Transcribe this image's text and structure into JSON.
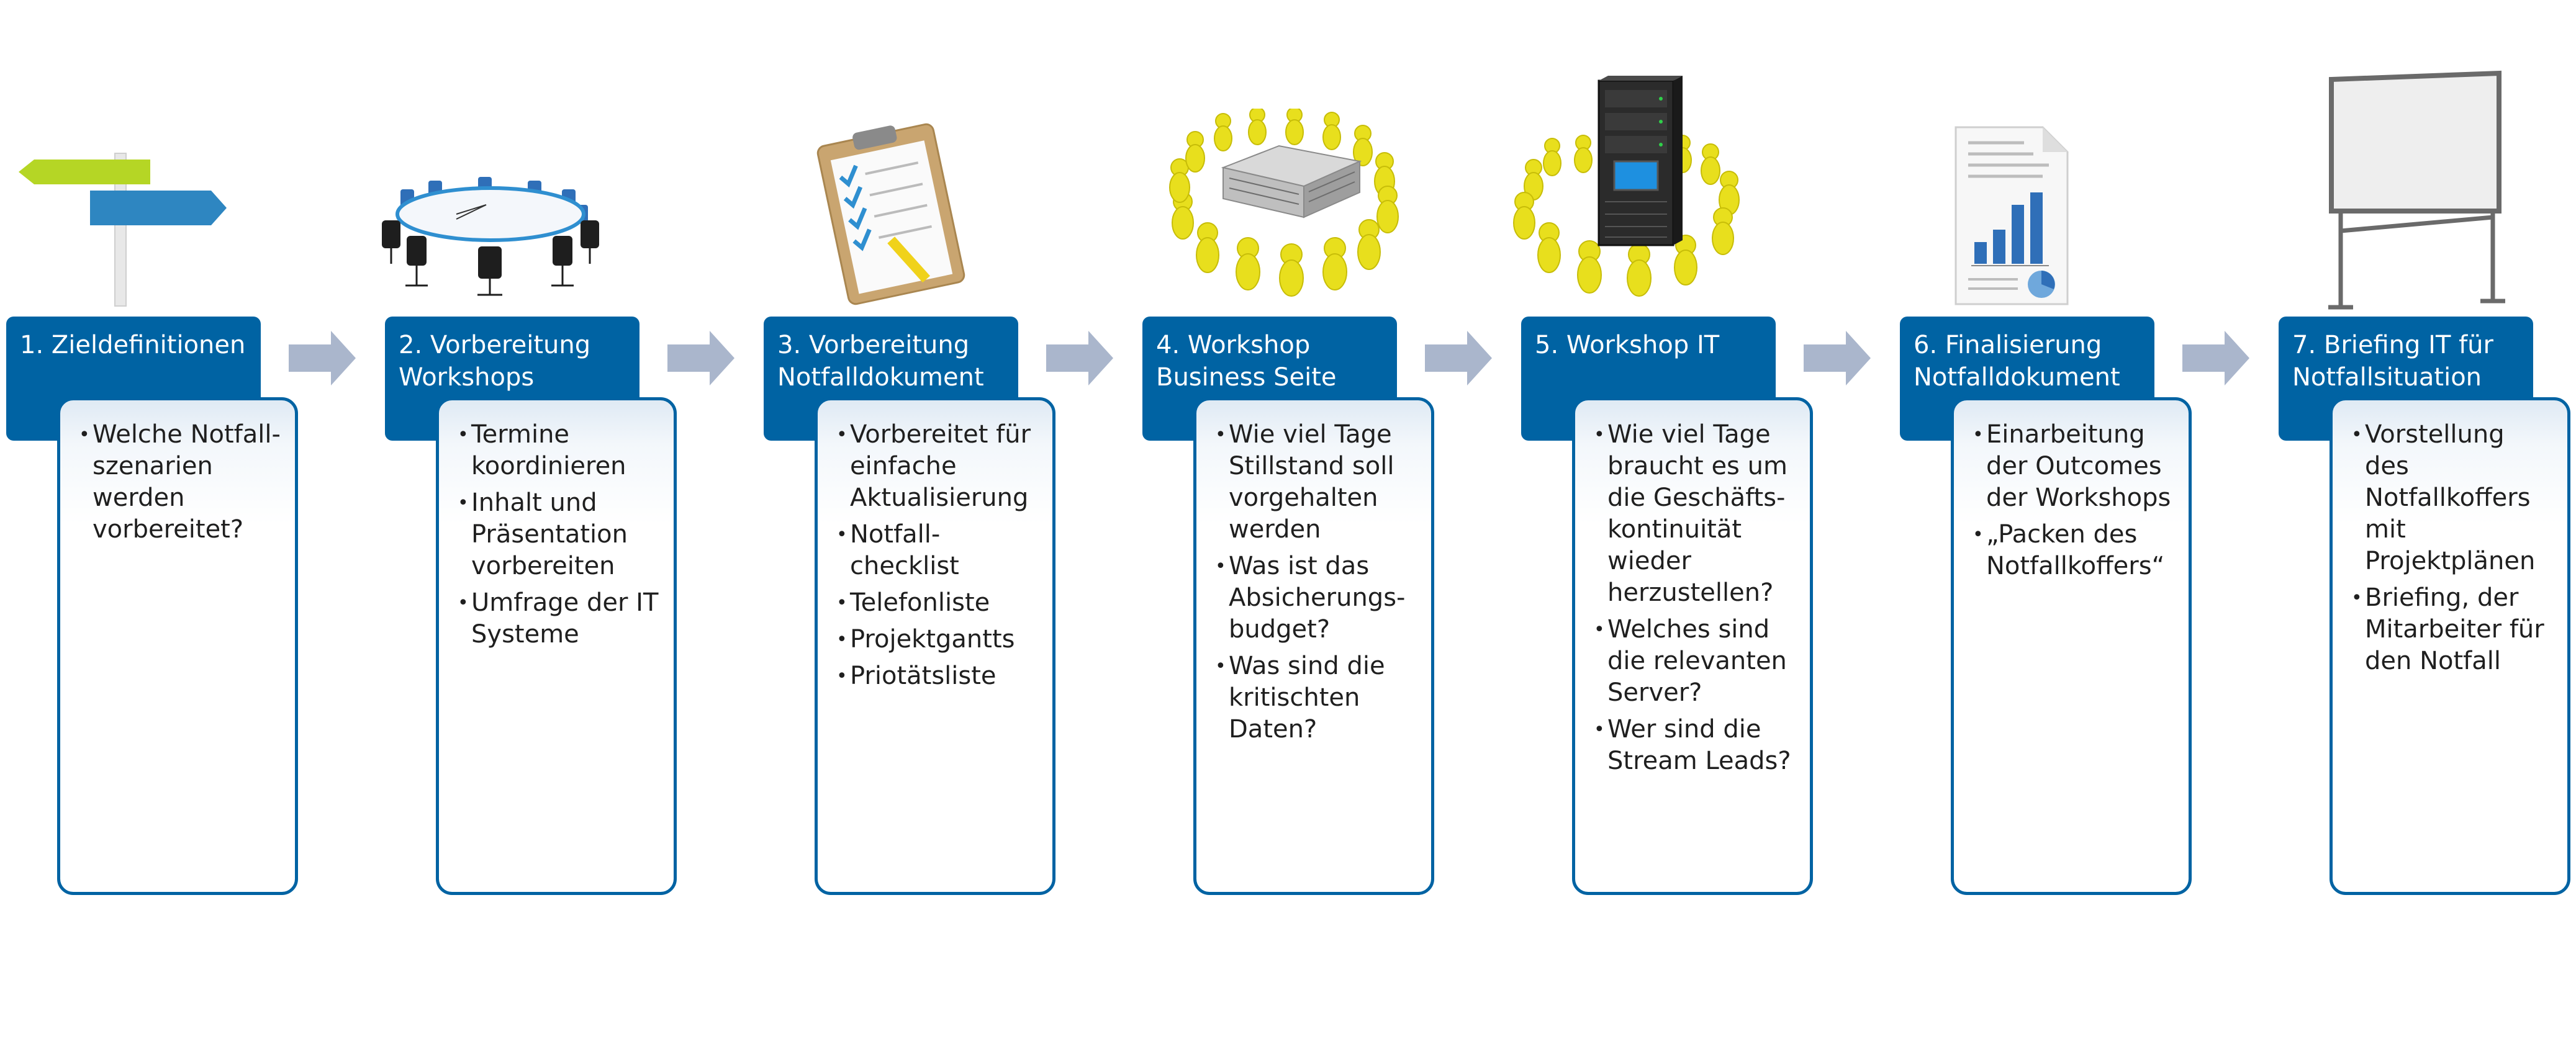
{
  "steps": [
    {
      "title": "1. Zieldefinitionen",
      "icon": "signpost-icon",
      "bullets": [
        "Welche Notfall-\nszenarien\nwerden\nvorbereitet?"
      ]
    },
    {
      "title": "2. Vorbereitung\nWorkshops",
      "icon": "meeting-table-icon",
      "bullets": [
        "Termine\nkoordinieren",
        "Inhalt und\nPräsentation\nvorbereiten",
        "Umfrage der IT\nSysteme"
      ]
    },
    {
      "title": "3. Vorbereitung\nNotfalldokument",
      "icon": "clipboard-checklist-icon",
      "bullets": [
        "Vorbereitet für\neinfache\nAktualisierung",
        "Notfall-\nchecklist",
        "Telefonliste",
        "Projektgantts",
        "Priotätsliste"
      ]
    },
    {
      "title": "4. Workshop\nBusiness Seite",
      "icon": "people-around-building-icon",
      "bullets": [
        "Wie viel Tage\nStillstand soll\nvorgehalten\nwerden",
        "Was ist das\nAbsicherungs-\nbudget?",
        "Was sind die\nkritischten\nDaten?"
      ]
    },
    {
      "title": "5. Workshop IT",
      "icon": "people-around-server-icon",
      "bullets": [
        "Wie viel Tage\nbraucht es um\ndie Geschäfts-\nkontinuität\nwieder\nherzustellen?",
        "Welches sind\ndie relevanten\nServer?",
        "Wer sind die\nStream Leads?"
      ]
    },
    {
      "title": "6. Finalisierung\nNotfalldokument",
      "icon": "report-document-icon",
      "bullets": [
        "Einarbeitung\nder Outcomes\nder Workshops",
        "„Packen des\nNotfallkoffers“"
      ]
    },
    {
      "title": "7. Briefing IT für\nNotfallsituation",
      "icon": "whiteboard-icon",
      "bullets": [
        "Vorstellung\ndes\nNotfallkoffers\nmit\nProjektplänen",
        "Briefing, der\nMitarbeiter für\nden Notfall"
      ]
    }
  ],
  "colors": {
    "header_blue": "#0063a3",
    "arrow_gray": "#aab6cc",
    "person_yellow": "#e8df1d"
  }
}
